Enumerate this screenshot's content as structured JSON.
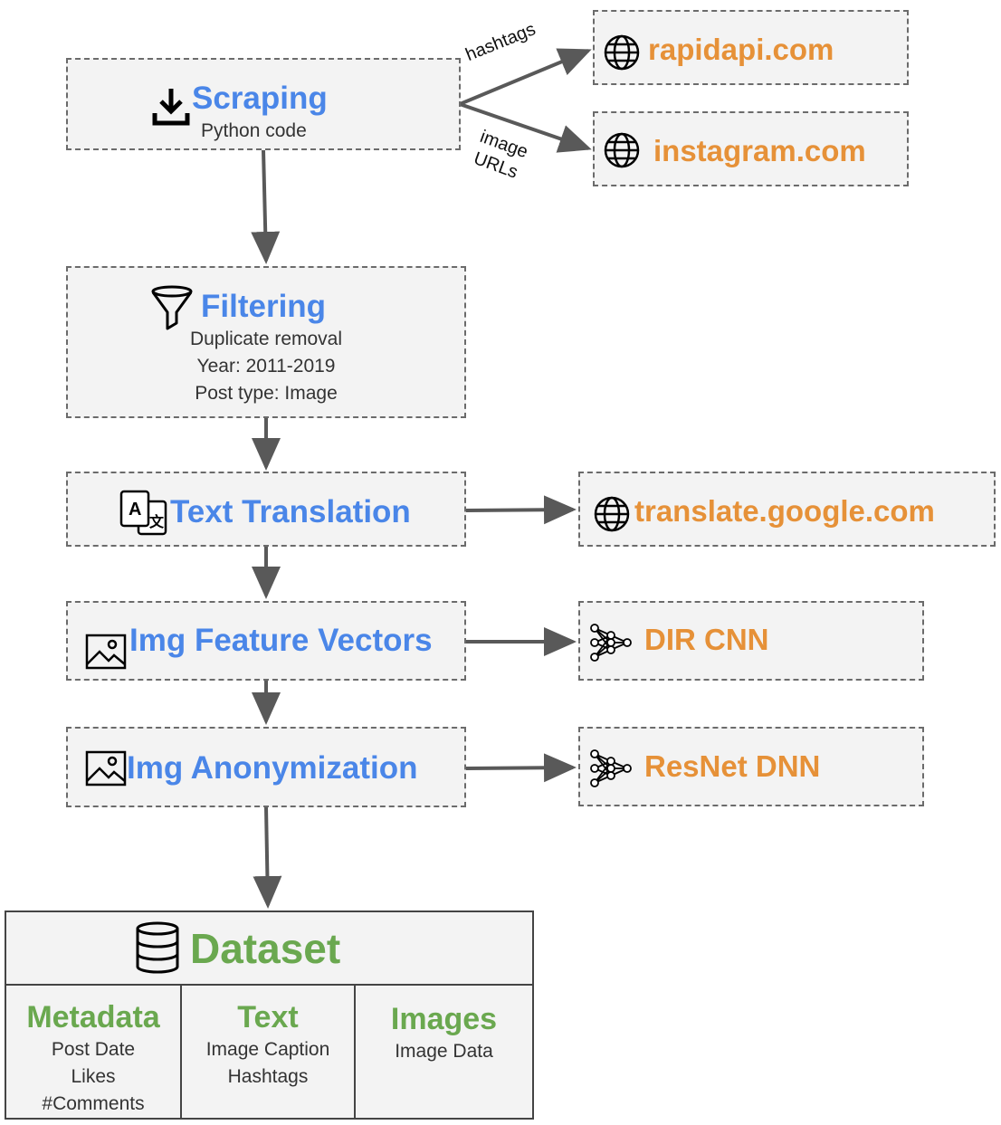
{
  "colors": {
    "blue": "#4a86e8",
    "orange": "#e69138",
    "green": "#6aa84f",
    "arrow": "#595959",
    "border": "#6b6b6b"
  },
  "scraping": {
    "title": "Scraping",
    "subtitle": "Python code",
    "icon": "download-icon"
  },
  "edge_labels": {
    "hashtags": "hashtags",
    "image_line1": "image",
    "image_line2": "URLs"
  },
  "rapidapi": {
    "title": "rapidapi.com",
    "icon": "globe-icon"
  },
  "instagram": {
    "title": "instagram.com",
    "icon": "globe-icon"
  },
  "filtering": {
    "title": "Filtering",
    "lines": [
      "Duplicate removal",
      "Year: 2011-2019",
      "Post type: Image"
    ],
    "icon": "funnel-icon"
  },
  "translation": {
    "title": "Text Translation",
    "icon": "translate-icon"
  },
  "google": {
    "title": "translate.google.com",
    "icon": "globe-icon"
  },
  "features": {
    "title": "Img Feature Vectors",
    "icon": "image-icon"
  },
  "dircnn": {
    "title": "DIR CNN",
    "icon": "neural-network-icon"
  },
  "anonymization": {
    "title": "Img Anonymization",
    "icon": "image-icon"
  },
  "resnet": {
    "title": "ResNet DNN",
    "icon": "neural-network-icon"
  },
  "dataset": {
    "title": "Dataset",
    "icon": "database-icon",
    "columns": [
      {
        "title": "Metadata",
        "lines": [
          "Post Date",
          "Likes",
          "#Comments"
        ]
      },
      {
        "title": "Text",
        "lines": [
          "Image Caption",
          "Hashtags"
        ]
      },
      {
        "title": "Images",
        "lines": [
          "Image Data"
        ]
      }
    ]
  }
}
